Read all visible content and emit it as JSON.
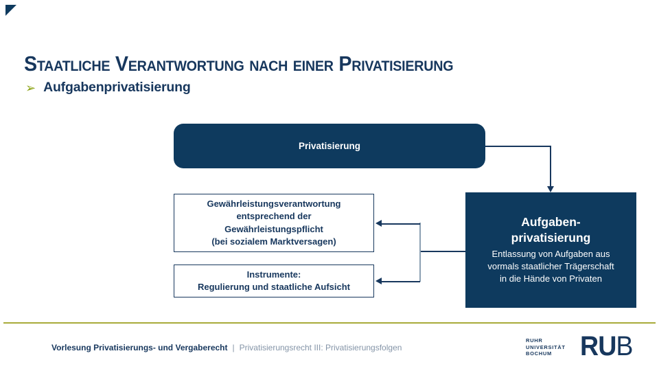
{
  "header": {
    "title": "Staatliche Verantwortung nach einer Privatisierung",
    "bullet_icon": "➢",
    "bullet": "Aufgabenprivatisierung"
  },
  "diagram": {
    "privatisierung_box": {
      "label": "Privatisierung"
    },
    "aufgaben_box": {
      "title_lines": [
        "Aufgaben-",
        "privatisierung"
      ],
      "body_lines": [
        "Entlassung von Aufgaben aus",
        "vormals staatlicher Trägerschaft",
        "in die Hände von Privaten"
      ]
    },
    "gewaehrleistung_box": {
      "lines": [
        "Gewährleistungsverantwortung",
        "entsprechend der",
        "Gewährleistungspflicht",
        "(bei sozialem Marktversagen)"
      ]
    },
    "instrumente_box": {
      "lines": [
        "Instrumente:",
        "Regulierung und staatliche Aufsicht"
      ]
    }
  },
  "footer": {
    "course": "Vorlesung Privatisierungs- und Vergaberecht",
    "separator": "|",
    "chapter": "Privatisierungsrecht III: Privatisierungsfolgen",
    "logo": {
      "line1": "RUHR",
      "line2": "UNIVERSITÄT",
      "line3": "BOCHUM",
      "wordmark_bold": "RU",
      "wordmark_light": "B"
    }
  },
  "colors": {
    "navy_fill": "#0e3a5e",
    "navy_text": "#17375d",
    "green_bullet": "#8ba314",
    "olive_rule": "#a8ab39",
    "steel_connector": "#8ba0b3",
    "gray_footer_text": "#8494a7"
  }
}
